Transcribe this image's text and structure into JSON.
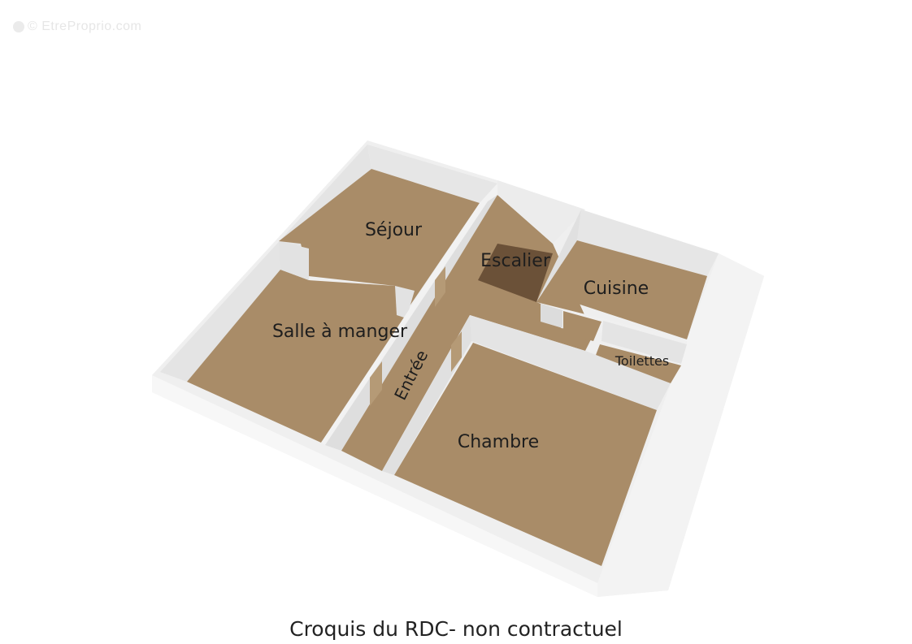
{
  "watermark": {
    "text": "© EtreProprio.com"
  },
  "caption": "Croquis du RDC- non contractuel",
  "plan": {
    "rooms": [
      {
        "id": "sejour",
        "label": "Séjour"
      },
      {
        "id": "salle-a-manger",
        "label": "Salle à manger"
      },
      {
        "id": "escalier",
        "label": "Escalier"
      },
      {
        "id": "cuisine",
        "label": "Cuisine"
      },
      {
        "id": "toilettes",
        "label": "Toilettes"
      },
      {
        "id": "entree",
        "label": "Entrée"
      },
      {
        "id": "chambre",
        "label": "Chambre"
      }
    ],
    "colors": {
      "floor": "#a98c68",
      "stairs": "#6b5138",
      "wall_top": "#f4f4f4",
      "wall_inner": "#e2e2e2",
      "wall_outer": "#ededed"
    }
  }
}
